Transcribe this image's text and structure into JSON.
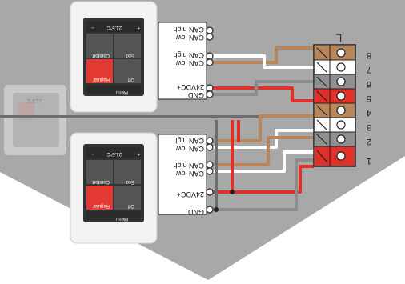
{
  "colors": {
    "background_panel": "#a8a8a8",
    "wire_brown": "#b8865b",
    "wire_white": "#ffffff",
    "wire_red": "#e0302a",
    "wire_gray": "#8c8c8c",
    "terminal_red": "#e0302a",
    "terminal_brown": "#b8865b",
    "terminal_gray": "#8f8f8f",
    "thermostat_accent": "#e33a34"
  },
  "top_device": {
    "temperature": "21.5°C",
    "plus_label": "+",
    "minus_label": "−",
    "tiles": [
      "Comfort",
      "Eco",
      "Regular",
      "Off"
    ],
    "menu_label": "Menu"
  },
  "bottom_device": {
    "temperature": "21.5°C",
    "plus_label": "+",
    "minus_label": "−",
    "tiles": [
      "Comfort",
      "Eco",
      "Regular",
      "Off"
    ],
    "menu_label": "Menu"
  },
  "ghost_device": {
    "temperature": "21.5°C"
  },
  "top_labels": [
    "CAN high",
    "CAN low",
    "CAN high",
    "CAN low",
    "24VDC+",
    "GND"
  ],
  "bottom_labels": [
    "CAN high",
    "CAN low",
    "CAN high",
    "CAN low",
    "24VDC+",
    "GND"
  ],
  "terminal_numbers": [
    "8",
    "7",
    "6",
    "5",
    "4",
    "3",
    "2",
    "1"
  ],
  "connector_mark": "┐"
}
